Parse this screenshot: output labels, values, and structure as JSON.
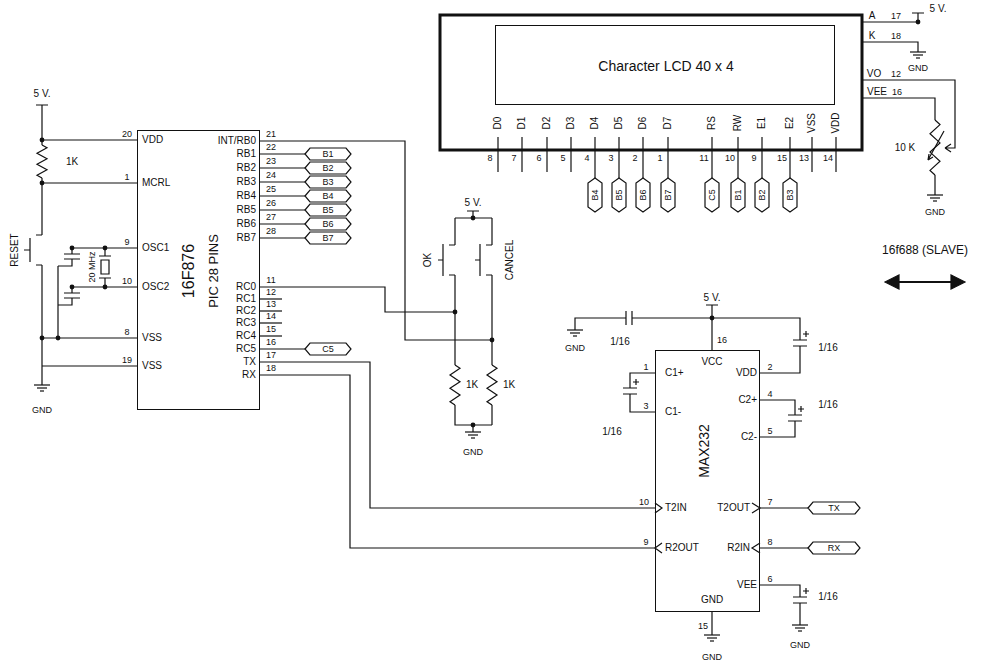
{
  "diagram": {
    "nodes": [
      {
        "text": [
          "16F876",
          "PIC 28 PINS"
        ]
      },
      {
        "text": [
          "Character LCD 40 x 4"
        ]
      },
      {
        "text": [
          "MAX232"
        ]
      }
    ],
    "edges": [
      {
        "from": 0,
        "to": 2,
        "arrow": "none"
      },
      {
        "from": 2,
        "to": 0,
        "arrow": "none"
      }
    ],
    "labels": [
      "20",
      "VDD",
      "1",
      "MCRL",
      "9",
      "OSC1",
      "10",
      "OSC2",
      "8",
      "VSS",
      "19",
      "VSS",
      "INT/RB0",
      "21",
      "RB1",
      "22",
      "RB2",
      "23",
      "RB3",
      "24",
      "RB4",
      "25",
      "RB5",
      "26",
      "RB6",
      "27",
      "RB7",
      "28",
      "RC0",
      "11",
      "RC1",
      "12",
      "RC2",
      "13",
      "RC3",
      "14",
      "RC4",
      "15",
      "RC5",
      "16",
      "TX",
      "17",
      "RX",
      "18",
      "B1",
      "B2",
      "B3",
      "B4",
      "B5",
      "B6",
      "B7",
      "C5",
      "D0",
      "D1",
      "D2",
      "D3",
      "D4",
      "D5",
      "D6",
      "D7",
      "RS",
      "RW",
      "E1",
      "E2",
      "VSS",
      "VDD",
      "8",
      "7",
      "6",
      "5",
      "4",
      "3",
      "2",
      "1",
      "11",
      "10",
      "9",
      "15",
      "13",
      "14",
      "B4",
      "B5",
      "B6",
      "B7",
      "C5",
      "B1",
      "B2",
      "B3",
      "A",
      "17",
      "K",
      "18",
      "VO",
      "12",
      "VEE",
      "16",
      "5 V.",
      "GND",
      "10 K",
      "GND",
      "5 V.",
      "1K",
      "RESET",
      "20 MHz",
      "GND",
      "5 V.",
      "OK",
      "CANCEL",
      "1K",
      "1K",
      "GND",
      "16",
      "VCC",
      "1",
      "C1+",
      "3",
      "C1-",
      "10",
      "T2IN",
      "9",
      "R2OUT",
      "2",
      "VDD",
      "4",
      "C2+",
      "5",
      "C2-",
      "7",
      "T2OUT",
      "8",
      "R2IN",
      "6",
      "VEE",
      "15",
      "GND",
      "5 V.",
      "1/16",
      "1/16",
      "1/16",
      "1/16",
      "1/16",
      "GND",
      "GND",
      "GND",
      "TX",
      "RX",
      "16f688 (SLAVE)"
    ]
  }
}
